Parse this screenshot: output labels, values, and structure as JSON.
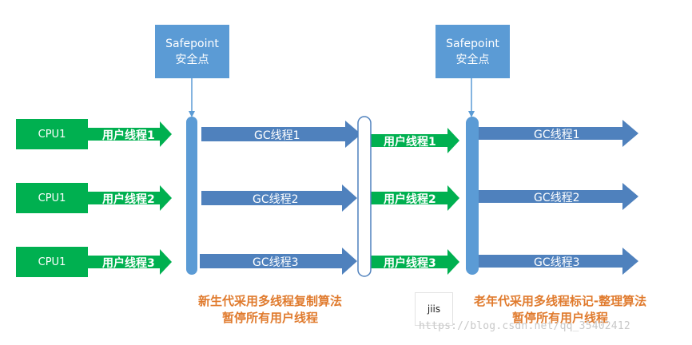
{
  "safepoints": [
    {
      "line1": "Safepoint",
      "line2": "安全点"
    },
    {
      "line1": "Safepoint",
      "line2": "安全点"
    }
  ],
  "cpus": [
    "CPU1",
    "CPU1",
    "CPU1"
  ],
  "user_threads": [
    "用户线程1",
    "用户线程2",
    "用户线程3"
  ],
  "gc_threads": [
    "GC线程1",
    "GC线程2",
    "GC线程3"
  ],
  "captions": {
    "young_line1": "新生代采用多线程复制算法",
    "young_line2": "暂停所有用户线程",
    "old_line1": "老年代采用多线程标记-整理算法",
    "old_line2": "暂停所有用户线程"
  },
  "badge": "jiis",
  "watermark": "https://blog.csdn.net/qq_35402412",
  "colors": {
    "safepoint": "#5b9bd5",
    "gc_arrow": "#4f81bd",
    "cpu": "#00b050",
    "caption": "#e07b2e"
  }
}
